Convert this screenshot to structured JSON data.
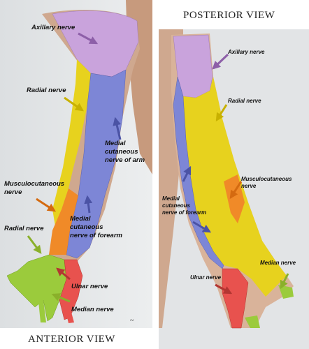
{
  "view_titles": {
    "anterior": "ANTERIOR VIEW",
    "posterior": "POSTERIOR VIEW"
  },
  "anterior_labels": {
    "axillary": "Axillary nerve",
    "radial_upper": "Radial nerve",
    "medial_cutaneous_arm": "Medial\ncutaneous\nnerve of arm",
    "musculocutaneous": "Musculocutaneous\nnerve",
    "medial_cutaneous_forearm": "Medial\ncutaneous\nnerve of forearm",
    "radial_hand": "Radial nerve",
    "ulnar": "Ulnar nerve",
    "median": "Median nerve"
  },
  "posterior_labels": {
    "axillary": "Axillary nerve",
    "radial": "Radial nerve",
    "musculocutaneous": "Musculocutaneous\nnerve",
    "medial_cutaneous_forearm": "Medial\ncutaneous\nnerve of forearm",
    "median": "Median nerve",
    "ulnar": "Ulnar nerve"
  },
  "region_colors": {
    "axillary": "#c9a3dc",
    "radial": "#e7d21e",
    "musculocutaneous": "#f08a28",
    "medial_cutaneous": "#7d86d6",
    "ulnar": "#e8524e",
    "median": "#9bcb3c",
    "skin": "#d9b39a",
    "panel_bg": "#e2e4e6"
  }
}
